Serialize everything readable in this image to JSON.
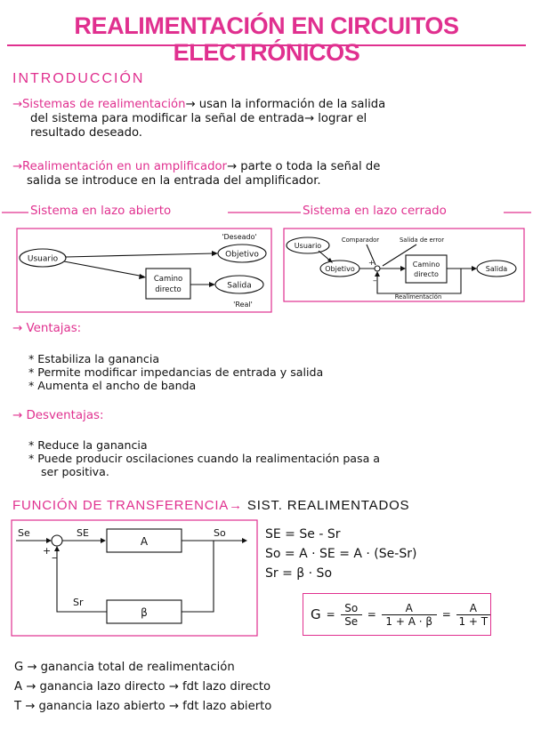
{
  "title": "REALIMENTACIÓN EN CIRCUITOS ELECTRÓNICOS",
  "intro": {
    "heading": "INTRODUCCIÓN",
    "p1_lead": "→Sistemas de realimentación",
    "p1_line1_rest": "→ usan la información de la salida",
    "p1_line2": "del sistema para modificar la señal de entrada→ lograr el",
    "p1_line3": "resultado deseado.",
    "p2_lead": "→Realimentación en un amplificador",
    "p2_line1_rest": "→ parte o toda la señal de",
    "p2_line2": "salida se introduce en la entrada del amplificador."
  },
  "loops": {
    "open_label": "Sistema en lazo abierto",
    "closed_label": "Sistema en lazo cerrado"
  },
  "open_diagram": {
    "usuario": "Usuario",
    "objetivo": "Objetivo",
    "deseado": "'Deseado'",
    "camino1": "Camino",
    "camino2": "directo",
    "salida": "Salida",
    "real": "'Real'"
  },
  "closed_diagram": {
    "usuario": "Usuario",
    "comparador": "Comparador",
    "salida_error": "Salida de error",
    "objetivo": "Objetivo",
    "plus": "+",
    "minus": "–",
    "camino1": "Camino",
    "camino2": "directo",
    "salida": "Salida",
    "realimentacion": "Realimentación"
  },
  "ventajas": {
    "heading": "→ Ventajas:",
    "items": [
      "* Estabiliza la ganancia",
      "* Permite modificar impedancias de entrada y salida",
      "* Aumenta el ancho de banda"
    ]
  },
  "desventajas": {
    "heading": "→ Desventajas:",
    "item1": "* Reduce la ganancia",
    "item2_line1": "* Puede producir oscilaciones cuando la realimentación pasa a",
    "item2_line2": "ser positiva."
  },
  "transfer": {
    "heading_pink": "FUNCIÓN DE TRANSFERENCIA→",
    "heading_black": "SIST. REALIMENTADOS"
  },
  "block_diagram": {
    "se": "Se",
    "sE": "SE",
    "so": "So",
    "sr": "Sr",
    "plus": "+",
    "minus": "–",
    "a": "A",
    "beta": "β"
  },
  "equations": {
    "eq1": "SE = Se - Sr",
    "eq2": "So = A · SE = A · (Se-Sr)",
    "eq3": "Sr = β · So",
    "g": "G",
    "eq": "=",
    "f1_num": "So",
    "f1_den": "Se",
    "f2_num": "A",
    "f2_den": "1 + A · β",
    "f3_num": "A",
    "f3_den": "1 + T"
  },
  "legend": [
    "G → ganancia total de realimentación",
    "A → ganancia lazo directo → fdt lazo directo",
    "T → ganancia lazo abierto → fdt lazo abierto"
  ]
}
